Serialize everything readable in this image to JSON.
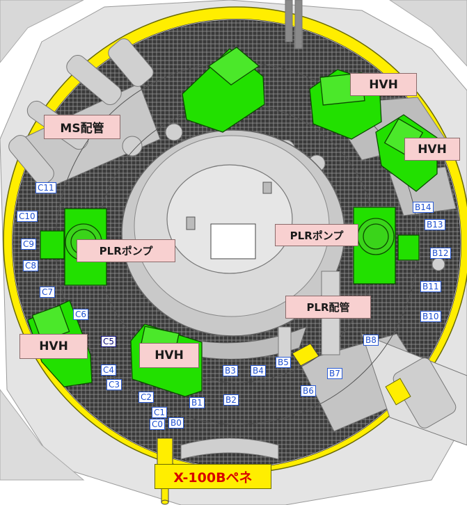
{
  "labels": {
    "ms_piping": "MS配管",
    "hvh_top_right": "HVH",
    "hvh_right": "HVH",
    "hvh_left": "HVH",
    "hvh_bottom": "HVH",
    "plr_pump_left": "PLRポンプ",
    "plr_pump_right": "PLRポンプ",
    "plr_piping": "PLR配管",
    "penetration": "X-100Bペネ"
  },
  "markers": {
    "c0": "C0",
    "c1": "C1",
    "c2": "C2",
    "c3": "C3",
    "c4": "C4",
    "c5": "C5",
    "c6": "C6",
    "c7": "C7",
    "c8": "C8",
    "c9": "C9",
    "c10": "C10",
    "c11": "C11",
    "b0": "B0",
    "b1": "B1",
    "b2": "B2",
    "b3": "B3",
    "b4": "B4",
    "b5": "B5",
    "b6": "B6",
    "b7": "B7",
    "b8": "B8",
    "b10": "B10",
    "b11": "B11",
    "b12": "B12",
    "b13": "B13",
    "b14": "B14"
  },
  "colors": {
    "equipment": "#22e000",
    "liner": "#ffee00",
    "label_fill": "#f8d0d0",
    "marker_border": "#2a5bd6"
  }
}
